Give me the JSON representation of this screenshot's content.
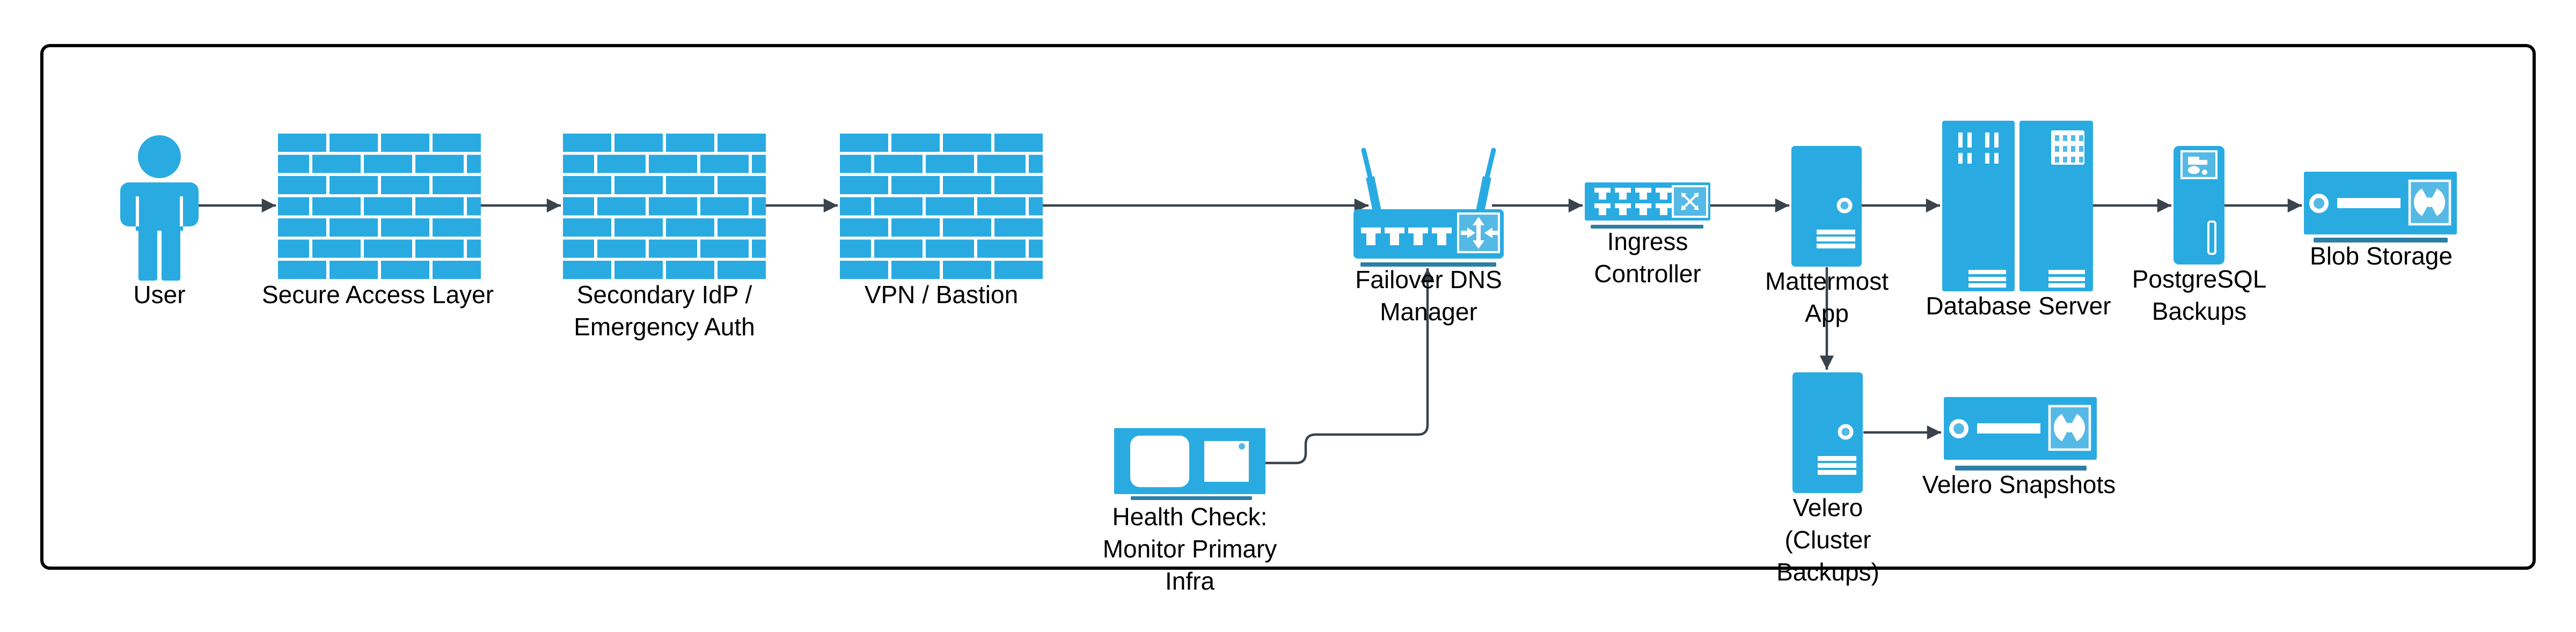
{
  "diagram": {
    "nodes": [
      {
        "id": "user",
        "label_lines": [
          "User"
        ]
      },
      {
        "id": "secure-access-layer",
        "label_lines": [
          "Secure Access Layer"
        ]
      },
      {
        "id": "secondary-idp",
        "label_lines": [
          "Secondary IdP /",
          "Emergency Auth"
        ]
      },
      {
        "id": "vpn-bastion",
        "label_lines": [
          "VPN / Bastion"
        ]
      },
      {
        "id": "failover-dns-manager",
        "label_lines": [
          "Failover DNS",
          "Manager"
        ]
      },
      {
        "id": "ingress-controller",
        "label_lines": [
          "Ingress",
          "Controller"
        ]
      },
      {
        "id": "mattermost-app",
        "label_lines": [
          "Mattermost",
          "App"
        ]
      },
      {
        "id": "database-server",
        "label_lines": [
          "Database Server"
        ]
      },
      {
        "id": "postgresql-backups",
        "label_lines": [
          "PostgreSQL",
          "Backups"
        ]
      },
      {
        "id": "blob-storage",
        "label_lines": [
          "Blob Storage"
        ]
      },
      {
        "id": "health-check",
        "label_lines": [
          "Health Check:",
          "Monitor Primary",
          "Infra"
        ]
      },
      {
        "id": "velero",
        "label_lines": [
          "Velero",
          "(Cluster",
          "Backups)"
        ]
      },
      {
        "id": "velero-snapshots",
        "label_lines": [
          "Velero Snapshots"
        ]
      }
    ],
    "edges": [
      {
        "from": "user",
        "to": "secure-access-layer"
      },
      {
        "from": "secure-access-layer",
        "to": "secondary-idp"
      },
      {
        "from": "secondary-idp",
        "to": "vpn-bastion"
      },
      {
        "from": "vpn-bastion",
        "to": "failover-dns-manager"
      },
      {
        "from": "failover-dns-manager",
        "to": "ingress-controller"
      },
      {
        "from": "ingress-controller",
        "to": "mattermost-app"
      },
      {
        "from": "mattermost-app",
        "to": "database-server"
      },
      {
        "from": "database-server",
        "to": "postgresql-backups"
      },
      {
        "from": "postgresql-backups",
        "to": "blob-storage"
      },
      {
        "from": "mattermost-app",
        "to": "velero"
      },
      {
        "from": "velero",
        "to": "velero-snapshots"
      },
      {
        "from": "health-check",
        "to": "failover-dns-manager"
      }
    ],
    "colors": {
      "blue": "#29ABE2",
      "light": "#55B9E6",
      "underline": "#2C7FA6",
      "connector": "#3A424C"
    }
  }
}
